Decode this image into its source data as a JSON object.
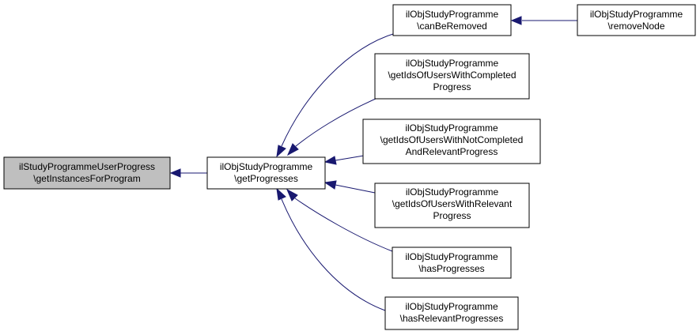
{
  "colors": {
    "edge": "#191970",
    "node_border": "#000000",
    "node_fill": "#ffffff",
    "focus_fill": "#bfbfbf"
  },
  "nodes": {
    "root": {
      "lines": [
        "ilStudyProgrammeUserProgress",
        "\\getInstancesForProgram"
      ]
    },
    "getProgresses": {
      "lines": [
        "ilObjStudyProgramme",
        "\\getProgresses"
      ]
    },
    "canBeRemoved": {
      "lines": [
        "ilObjStudyProgramme",
        "\\canBeRemoved"
      ]
    },
    "removeNode": {
      "lines": [
        "ilObjStudyProgramme",
        "\\removeNode"
      ]
    },
    "getIdsCompleted": {
      "lines": [
        "ilObjStudyProgramme",
        "\\getIdsOfUsersWithCompleted",
        "Progress"
      ]
    },
    "getIdsNotCompleted": {
      "lines": [
        "ilObjStudyProgramme",
        "\\getIdsOfUsersWithNotCompleted",
        "AndRelevantProgress"
      ]
    },
    "getIdsRelevant": {
      "lines": [
        "ilObjStudyProgramme",
        "\\getIdsOfUsersWithRelevant",
        "Progress"
      ]
    },
    "hasProgresses": {
      "lines": [
        "ilObjStudyProgramme",
        "\\hasProgresses"
      ]
    },
    "hasRelevantProgresses": {
      "lines": [
        "ilObjStudyProgramme",
        "\\hasRelevantProgresses"
      ]
    }
  }
}
